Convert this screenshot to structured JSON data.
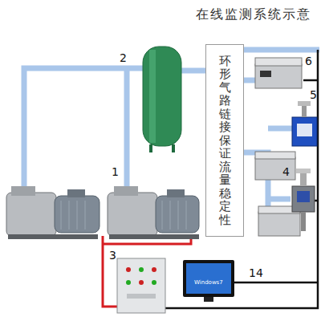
{
  "diagram": {
    "title": "在线监测系统示意",
    "nodes": [
      {
        "text": [
          "环形气路链接保证流量稳定性"
        ]
      }
    ],
    "labels": [
      "2",
      "6",
      "5",
      "1",
      "4",
      "3",
      "14",
      "Windows7"
    ]
  }
}
